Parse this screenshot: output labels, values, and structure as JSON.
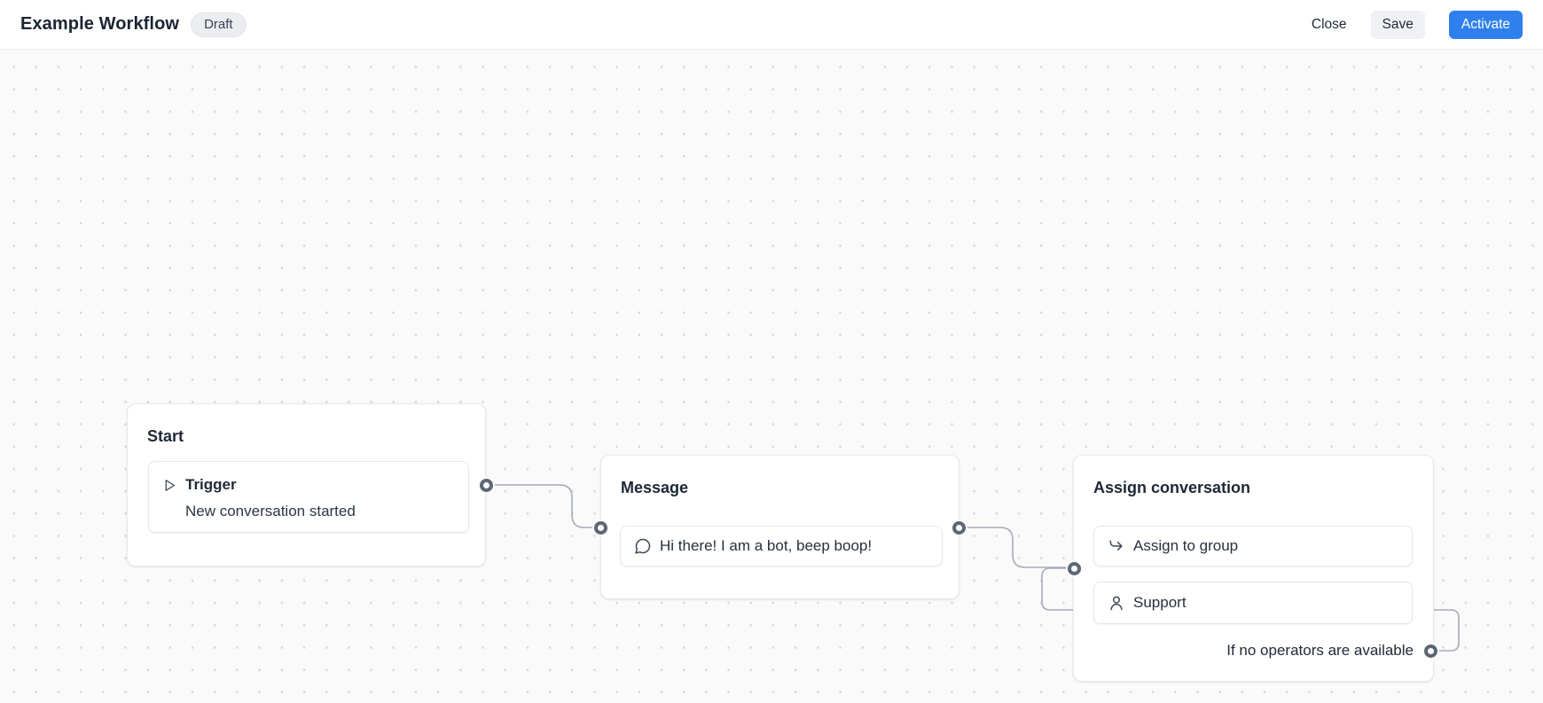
{
  "header": {
    "title": "Example Workflow",
    "status_badge": "Draft",
    "buttons": {
      "close": "Close",
      "save": "Save",
      "activate": "Activate"
    }
  },
  "workflow": {
    "nodes": [
      {
        "id": "start",
        "title": "Start",
        "items": [
          {
            "icon": "play-icon",
            "label": "Trigger",
            "description": "New conversation started"
          }
        ]
      },
      {
        "id": "message",
        "title": "Message",
        "items": [
          {
            "icon": "chat-bubble-icon",
            "label": "Hi there! I am a bot, beep boop!"
          }
        ]
      },
      {
        "id": "assign",
        "title": "Assign conversation",
        "items": [
          {
            "icon": "assign-arrow-icon",
            "label": "Assign to group"
          },
          {
            "icon": "person-icon",
            "label": "Support"
          }
        ],
        "fallback_label": "If no operators are available"
      }
    ],
    "edges": [
      {
        "from": "start",
        "to": "message"
      },
      {
        "from": "message",
        "to": "assign"
      },
      {
        "from": "assign-no-operators-output",
        "to": "assign-input"
      }
    ]
  },
  "colors": {
    "accent_blue": "#2f80ed",
    "canvas_background": "#fafafa",
    "edge_gray": "#a6acb7",
    "port_ring": "#5d6675",
    "text_dark": "#1e2836"
  }
}
